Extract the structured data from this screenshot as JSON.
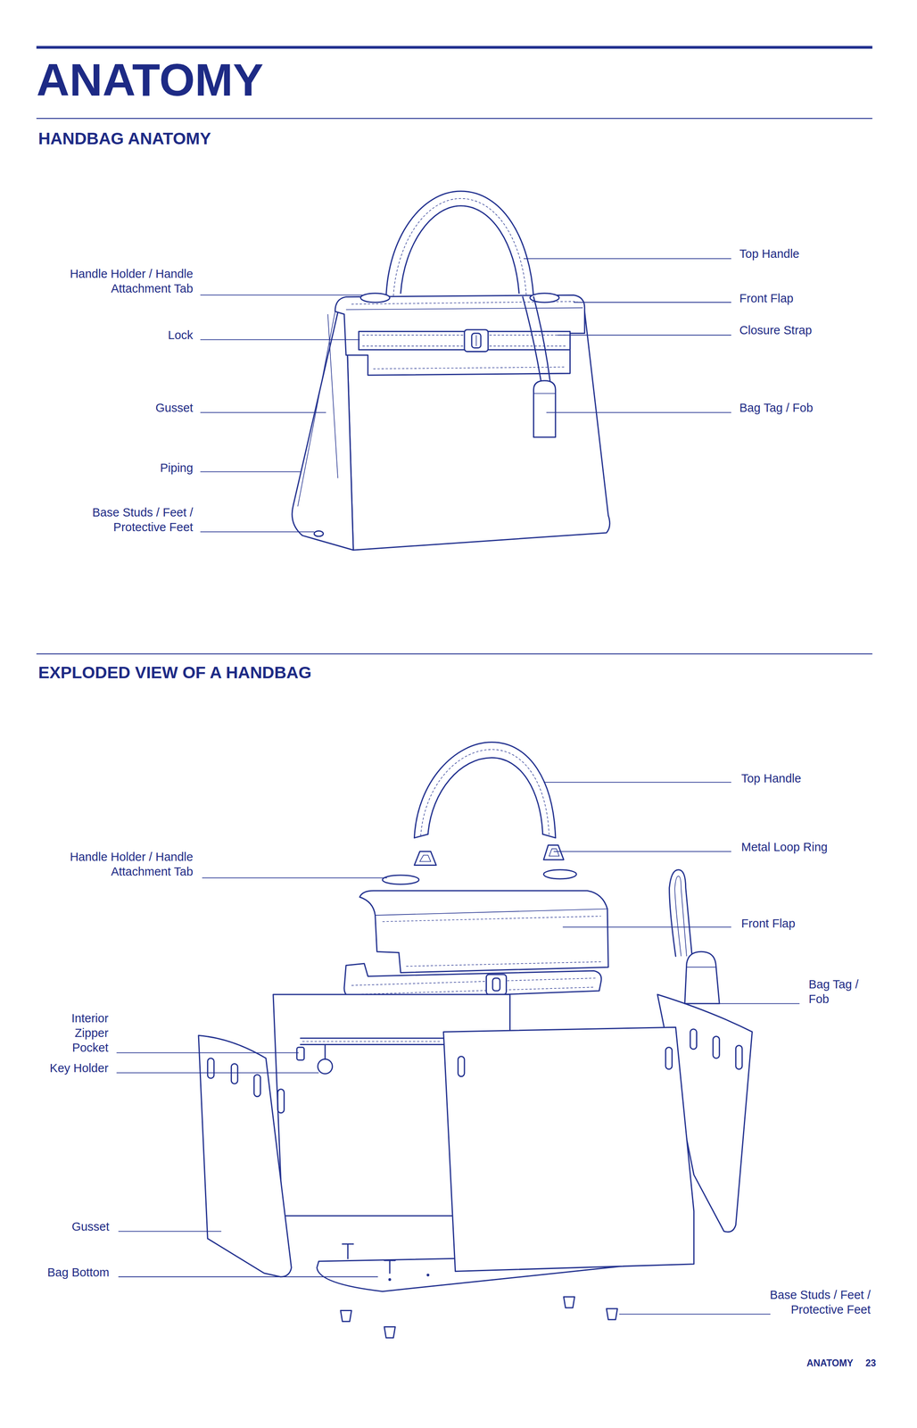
{
  "diagram": {
    "title": "ANATOMY",
    "labels": [
      "HANDBAG ANATOMY",
      "Handle Holder / Handle Attachment Tab",
      "Lock",
      "Gusset",
      "Piping",
      "Base Studs / Feet / Protective Feet",
      "Top Handle",
      "Front Flap",
      "Closure Strap",
      "Bag Tag / Fob",
      "EXPLODED VIEW OF A HANDBAG",
      "Top Handle",
      "Metal Loop Ring",
      "Handle Holder / Handle Attachment Tab",
      "Front Flap",
      "Bag Tag / Fob",
      "Interior Zipper Pocket",
      "Key Holder",
      "Gusset",
      "Bag Bottom",
      "Base Studs / Feet / Protective Feet",
      "ANATOMY",
      "23"
    ]
  }
}
